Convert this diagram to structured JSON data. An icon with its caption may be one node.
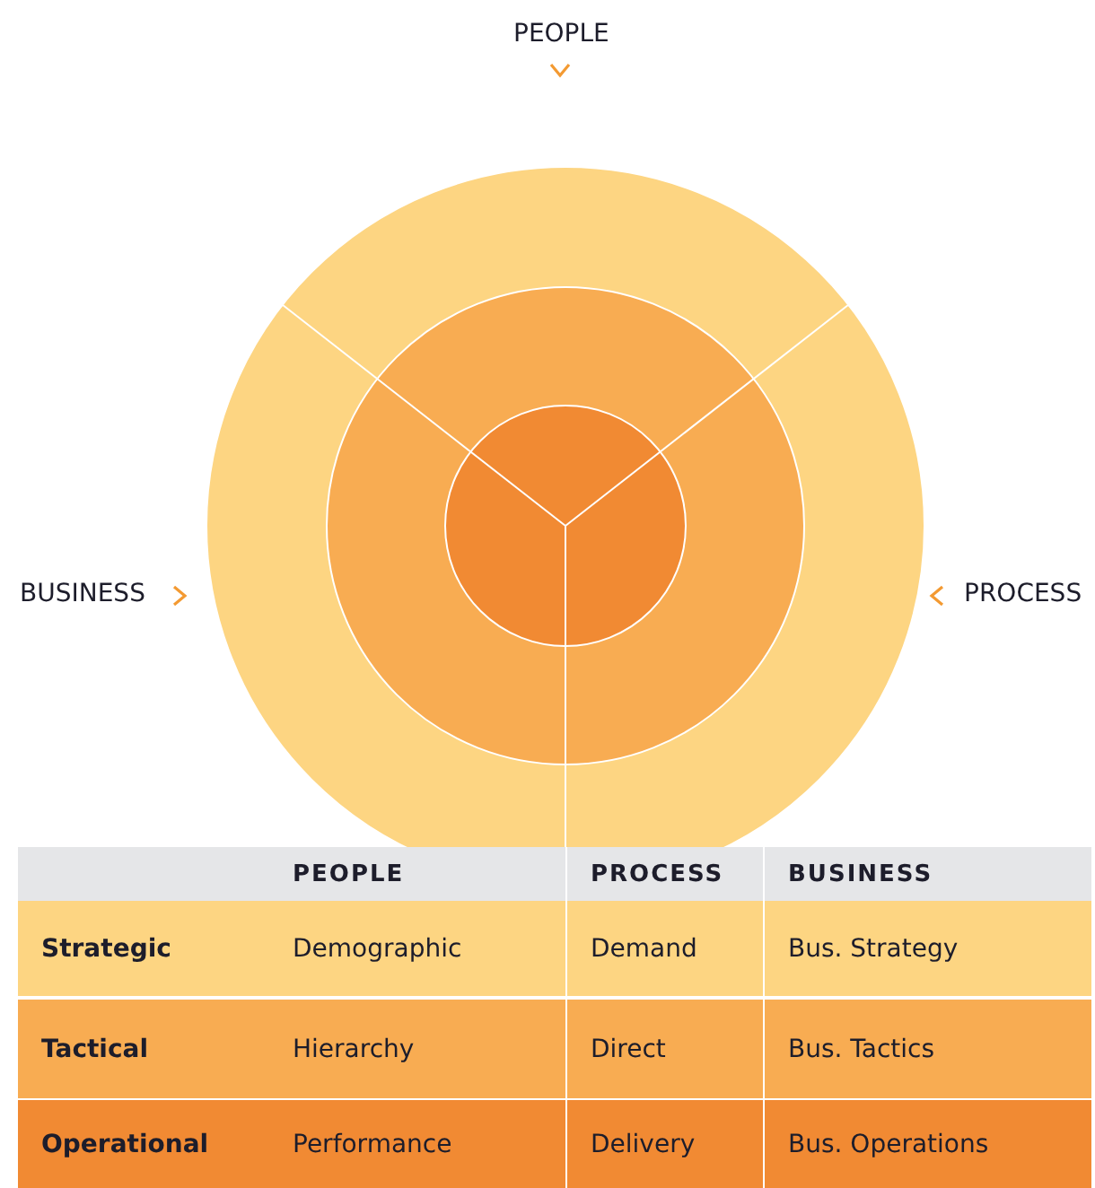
{
  "diagram": {
    "labels": [
      "PEOPLE",
      "BUSINESS",
      "PROCESS",
      "PEOPLE",
      "PROCESS",
      "BUSINESS",
      "Strategic",
      "Demographic",
      "Demand",
      "Bus. Strategy",
      "Tactical",
      "Hierarchy",
      "Direct",
      "Bus. Tactics",
      "Operational",
      "Performance",
      "Delivery",
      "Bus. Operations"
    ]
  }
}
